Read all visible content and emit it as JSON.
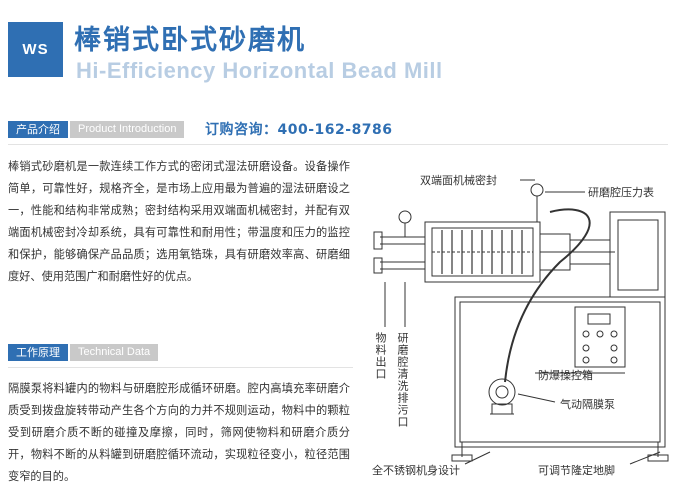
{
  "header": {
    "logo_text": "WS",
    "title_cn": "棒销式卧式砂磨机",
    "title_en": "Hi-Efficiency Horizontal Bead Mill"
  },
  "intro": {
    "tag_cn": "产品介绍",
    "tag_en": "Product Introduction",
    "hotline": "订购咨询：400-162-8786",
    "paragraph": "棒销式砂磨机是一款连续工作方式的密闭式湿法研磨设备。设备操作简单，可靠性好，规格齐全，是市场上应用最为普遍的湿法研磨设之一，性能和结构非常成熟；密封结构采用双端面机械密封，并配有双端面机械密封冷却系统，具有可靠性和耐用性；带温度和压力的监控和保护，能够确保产品品质；选用氧锆珠，具有研磨效率高、研磨细度好、使用范围广和耐磨性好的优点。"
  },
  "principle": {
    "tag_cn": "工作原理",
    "tag_en": "Technical Data",
    "paragraph": "隔膜泵将料罐内的物料与研磨腔形成循环研磨。腔内高填充率研磨介质受到拨盘旋转带动产生各个方向的力并不规则运动，物料中的颗粒受到研磨介质不断的碰撞及摩擦，同时，筛网使物料和研磨介质分开，物料不断的从料罐到研磨腔循环流动，实现粒径变小，粒径范围变窄的目的。"
  },
  "diagram": {
    "labels": {
      "seal": "双端面机械密封",
      "pressure": "研磨腔压力表",
      "outlet": "物料出口",
      "drain": "研磨腔清洗排污口",
      "control": "防爆操控箱",
      "pump": "气动隔膜泵",
      "body": "全不锈钢机身设计",
      "foot": "可调节隆定地脚"
    }
  },
  "colors": {
    "brand_blue": "#2f6fb3",
    "tag_gray": "#c9c9c9",
    "title_en_color": "#b8cde3"
  }
}
